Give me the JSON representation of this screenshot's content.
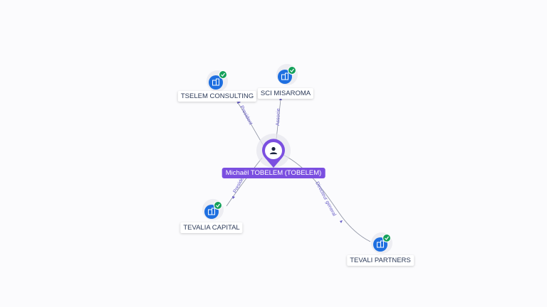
{
  "person": {
    "name": "Michaël TOBELEM (TOBELEM)",
    "icon": "person-icon",
    "color": "#7b4fe0"
  },
  "companies": [
    {
      "id": "tselem",
      "name": "TSELEM CONSULTING",
      "icon": "company-building-icon",
      "badge": "verified-check-icon"
    },
    {
      "id": "misaroma",
      "name": "SCI MISAROMA",
      "icon": "company-building-icon",
      "badge": "verified-check-icon"
    },
    {
      "id": "tevalia",
      "name": "TEVALIA CAPITAL",
      "icon": "company-building-icon",
      "badge": "verified-check-icon"
    },
    {
      "id": "tevali",
      "name": "TEVALI PARTNERS",
      "icon": "company-building-icon",
      "badge": "verified-check-icon"
    }
  ],
  "relations": [
    {
      "to": "tselem",
      "label": "President"
    },
    {
      "to": "misaroma",
      "label": "Associe"
    },
    {
      "to": "tevalia",
      "label": "President"
    },
    {
      "to": "tevali",
      "label": "Directeur general"
    }
  ],
  "colors": {
    "company_node": "#1e6fe0",
    "badge": "#14a05a",
    "edge": "#8a8fa0"
  }
}
